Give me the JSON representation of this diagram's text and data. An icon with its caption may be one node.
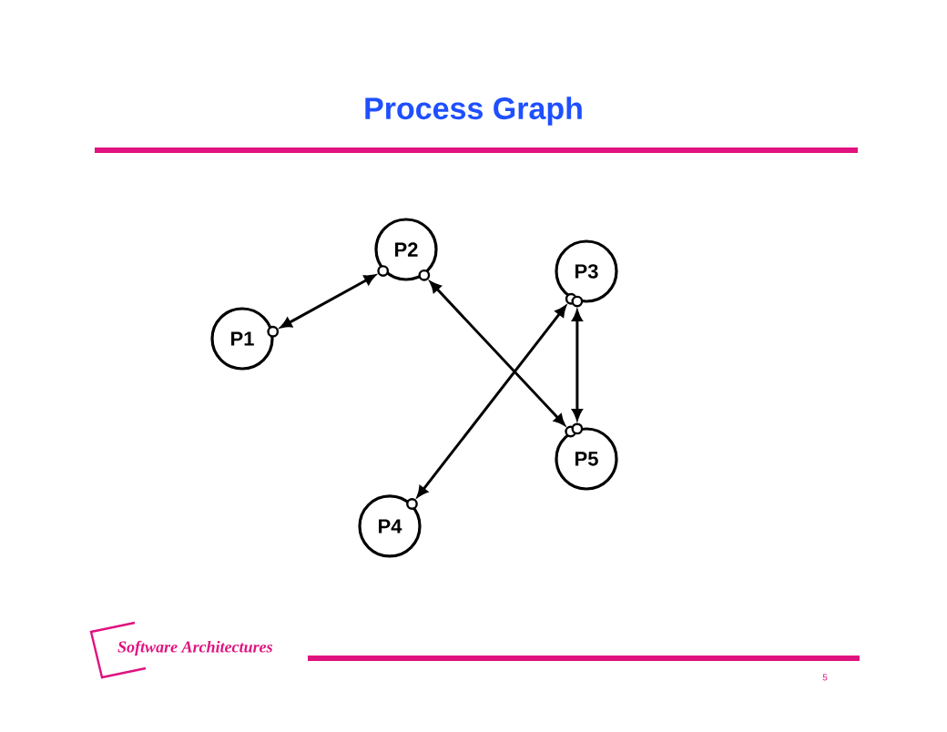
{
  "diagram": {
    "title": "Process Graph",
    "nodes": [
      {
        "text": [
          "P1"
        ]
      },
      {
        "text": [
          "P2"
        ]
      },
      {
        "text": [
          "P3"
        ]
      },
      {
        "text": [
          "P4"
        ]
      },
      {
        "text": [
          "P5"
        ]
      }
    ],
    "edges": [
      {
        "from": 0,
        "to": 1,
        "arrow": "both"
      },
      {
        "from": 1,
        "to": 4,
        "arrow": "both"
      },
      {
        "from": 2,
        "to": 3,
        "arrow": "both"
      },
      {
        "from": 2,
        "to": 4,
        "arrow": "both"
      }
    ],
    "labels": [
      "Software Architectures",
      "5"
    ]
  }
}
